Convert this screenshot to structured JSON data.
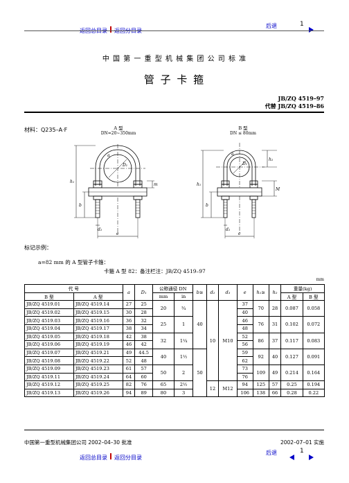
{
  "nav_top": {
    "home_link": "返回总目录",
    "section_link": "返回分目录",
    "back_link": "后退",
    "page_number": "1"
  },
  "header": {
    "org_title": "中 国 第 一 重 型 机 械 集 团 公 司 标 准",
    "doc_title": "管  子  卡  箍",
    "std_code": "JB/ZQ 4519–97",
    "replaces": "代替 JB/ZQ 4519–86"
  },
  "material": "材料：Q235–A·F",
  "figure_a": {
    "title": "A 型",
    "range": "DN=20~350mm",
    "labels": {
      "h1": "h₁",
      "b": "b",
      "d2": "d₂",
      "e": "e",
      "m": "m",
      "dn": "D₁",
      "a": "a"
    }
  },
  "figure_b": {
    "title": "B 型",
    "range": "DN ≤ 80mm",
    "labels": {
      "h1": "h₁",
      "b": "b",
      "d2": "d₂",
      "e": "e",
      "m": "M",
      "h2": "h₂",
      "dn": "D₁",
      "a": "a"
    }
  },
  "example": {
    "heading": "标记示例：",
    "line1": "a=82 mm 的 A 型管子卡箍：",
    "line2": "卡箍  A 型 82：备注栏注：JB/ZQ 4519–97"
  },
  "table": {
    "unit": "mm",
    "header": {
      "code": "代        号",
      "type_b": "B 型",
      "type_a": "A 型",
      "a": "a",
      "d1": "D₁",
      "dn": "公称通径 DN",
      "dn_mm": "mm",
      "dn_in": "in",
      "b": "b≥",
      "d2": "d₂",
      "d3": "d₃",
      "e": "e",
      "h1": "h₁≥",
      "h2": "h₂",
      "weight": "重量(kg)",
      "wa": "A 型",
      "wb": "B 型"
    },
    "rows": [
      {
        "codeB": "JB/ZQ 4519.01",
        "codeA": "JB/ZQ 4519.14",
        "a": "27",
        "d1": "25",
        "e": "37"
      },
      {
        "codeB": "JB/ZQ 4519.02",
        "codeA": "JB/ZQ 4519.15",
        "a": "30",
        "d1": "28",
        "e": "40"
      },
      {
        "codeB": "JB/ZQ 4519.03",
        "codeA": "JB/ZQ 4519.16",
        "a": "36",
        "d1": "32",
        "e": "46"
      },
      {
        "codeB": "JB/ZQ 4519.04",
        "codeA": "JB/ZQ 4519.17",
        "a": "38",
        "d1": "34",
        "e": "48"
      },
      {
        "codeB": "JB/ZQ 4519.05",
        "codeA": "JB/ZQ 4519.18",
        "a": "42",
        "d1": "38",
        "e": "52"
      },
      {
        "codeB": "JB/ZQ 4519.06",
        "codeA": "JB/ZQ 4519.19",
        "a": "46",
        "d1": "42",
        "e": "56"
      },
      {
        "codeB": "JB/ZQ 4519.07",
        "codeA": "JB/ZQ 4519.21",
        "a": "49",
        "d1": "44.5",
        "e": "59"
      },
      {
        "codeB": "JB/ZQ 4519.08",
        "codeA": "JB/ZQ 4519.22",
        "a": "52",
        "d1": "48",
        "e": "62"
      },
      {
        "codeB": "JB/ZQ 4519.09",
        "codeA": "JB/ZQ 4519.23",
        "a": "61",
        "d1": "57",
        "e": "73"
      },
      {
        "codeB": "JB/ZQ 4519.11",
        "codeA": "JB/ZQ 4519.24",
        "a": "64",
        "d1": "60",
        "e": "76"
      },
      {
        "codeB": "JB/ZQ 4519.12",
        "codeA": "JB/ZQ 4519.25",
        "a": "82",
        "d1": "76",
        "e": "94"
      },
      {
        "codeB": "JB/ZQ 4519.13",
        "codeA": "JB/ZQ 4519.26",
        "a": "94",
        "d1": "89",
        "e": "106"
      }
    ],
    "groups": [
      {
        "dn": "20",
        "inch": "¾",
        "h1": "70",
        "h2": "28",
        "wa": "0.087",
        "wb": "0.058"
      },
      {
        "dn": "25",
        "inch": "1",
        "h1": "76",
        "h2": "31",
        "wa": "0.102",
        "wb": "0.072"
      },
      {
        "dn": "32",
        "inch": "1¼",
        "h1": "86",
        "h2": "37",
        "wa": "0.117",
        "wb": "0.083"
      },
      {
        "dn": "40",
        "inch": "1½",
        "h1": "92",
        "h2": "40",
        "wa": "0.127",
        "wb": "0.091"
      },
      {
        "dn": "50",
        "inch": "2",
        "h1": "109",
        "h2": "49",
        "wa": "0.214",
        "wb": "0.164"
      }
    ],
    "last_row": {
      "dn": "65",
      "inch": "2½",
      "h1": "125",
      "h2": "57",
      "wa": "0.25",
      "wb": "0.194"
    },
    "final_row": {
      "dn": "80",
      "inch": "3",
      "h1": "138",
      "h2": "66",
      "wa": "0.28",
      "wb": "0.22"
    },
    "b_values": {
      "top": "40",
      "bottom": "50"
    },
    "d2_values": {
      "top": "10",
      "bottom": "12"
    },
    "d3_values": {
      "top": "M10",
      "bottom": "M12"
    }
  },
  "footer": {
    "approval": "中国第一重型机械集团公司 2002–04–30 批准",
    "implement": "2002–07–01 实施"
  },
  "nav_bottom": {
    "home_link": "返回总目录",
    "section_link": "返回分目录",
    "back_link": "后退",
    "page_number": "1"
  }
}
